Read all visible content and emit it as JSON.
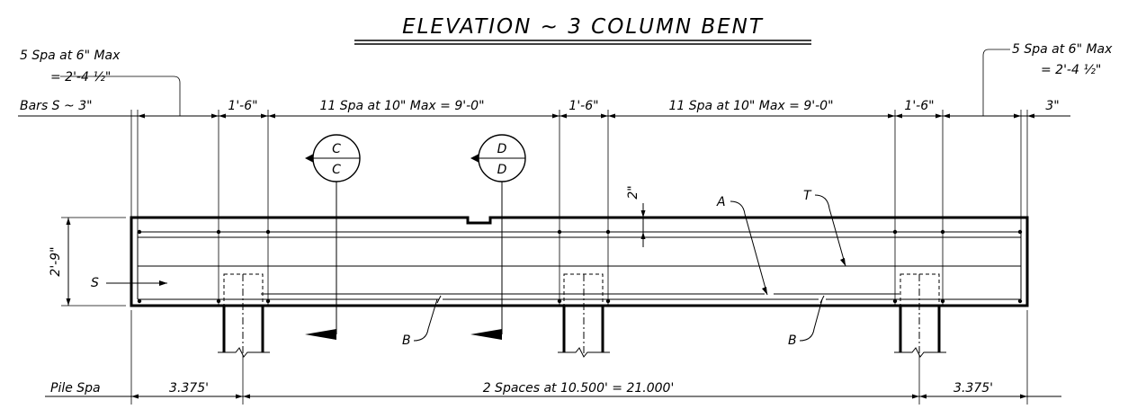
{
  "title": "ELEVATION ~ 3 COLUMN BENT",
  "dimensions": {
    "left_note_line1": "5 Spa at 6\" Max",
    "left_note_line2": "= 2'-4 ½\"",
    "right_note_line1": "5 Spa at 6\" Max",
    "right_note_line2": "= 2'-4 ½\"",
    "bars_s": "Bars S ~ 3\"",
    "col_width_1": "1'-6\"",
    "span_1": "11 Spa at 10\" Max = 9'-0\"",
    "col_width_2": "1'-6\"",
    "span_2": "11 Spa at 10\" Max = 9'-0\"",
    "col_width_3": "1'-6\"",
    "end_right": "3\"",
    "height": "2'-9\"",
    "step": "2\""
  },
  "sections": {
    "c_top": "C",
    "c_bottom": "C",
    "d_top": "D",
    "d_bottom": "D"
  },
  "bar_labels": {
    "s": "S",
    "a": "A",
    "t": "T",
    "b_left": "B",
    "b_right": "B"
  },
  "pile_spacing": {
    "label": "Pile Spa",
    "left": "3.375'",
    "middle": "2 Spaces at 10.500' = 21.000'",
    "right": "3.375'"
  }
}
